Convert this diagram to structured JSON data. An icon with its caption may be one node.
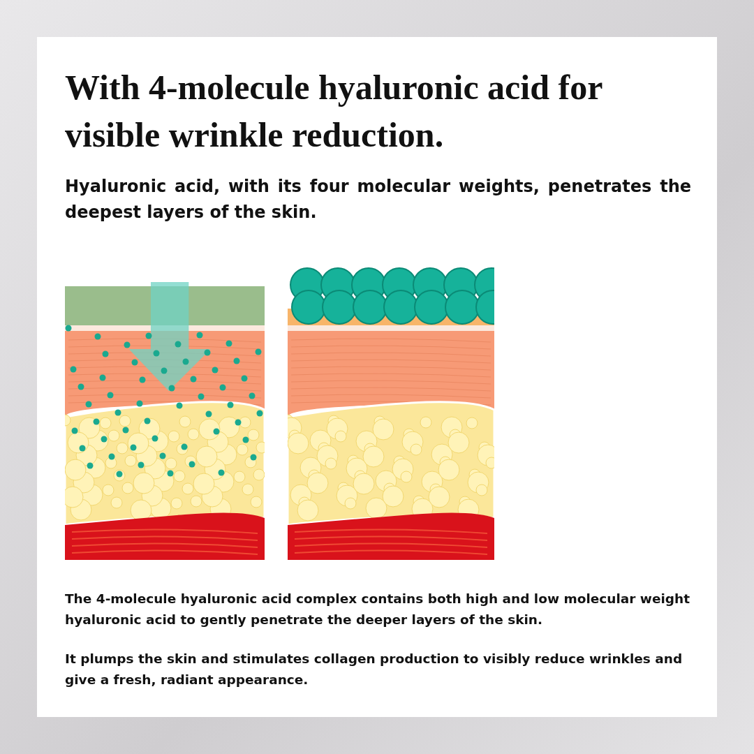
{
  "diagram": {
    "title": "With 4-molecule hyaluronic acid for visible wrinkle reduction.",
    "labels": [
      "Hyaluronic acid, with its four molecular weights, penetrates the deepest layers of the skin.",
      "The 4-molecule hyaluronic acid complex contains both high and low molecular weight hyaluronic acid to gently penetrate the deeper layers of the skin.",
      "It plumps the skin and stimulates collagen production to visibly reduce wrinkles and give a fresh, radiant appearance."
    ]
  }
}
